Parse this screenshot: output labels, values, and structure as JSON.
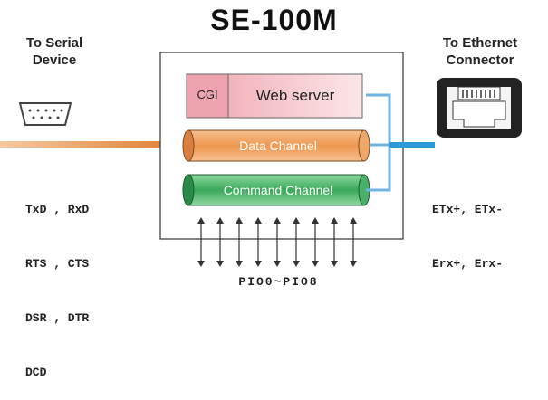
{
  "title": "SE-100M",
  "left_label": {
    "line1": "To Serial",
    "line2": "Device"
  },
  "right_label": {
    "line1": "To Ethernet",
    "line2": "Connector"
  },
  "serial_signals": [
    "TxD , RxD",
    "RTS , CTS",
    "DSR , DTR",
    "DCD"
  ],
  "ethernet_signals": [
    "ETx+, ETx-",
    "Erx+, Erx-"
  ],
  "blocks": {
    "cgi": "CGI",
    "web_server": "Web server",
    "data_channel": "Data Channel",
    "command_channel": "Command Channel"
  },
  "pio_label": "PIO0~PIO8",
  "pio_arrow_count": 9,
  "colors": {
    "serial_line": "#e07a2e",
    "ethernet_line": "#2b9ad6",
    "data_channel": "#f0a060",
    "command_channel": "#2e9a50",
    "web_server_bg": "#f4c6cc",
    "bracket": "#6fb4e0"
  }
}
